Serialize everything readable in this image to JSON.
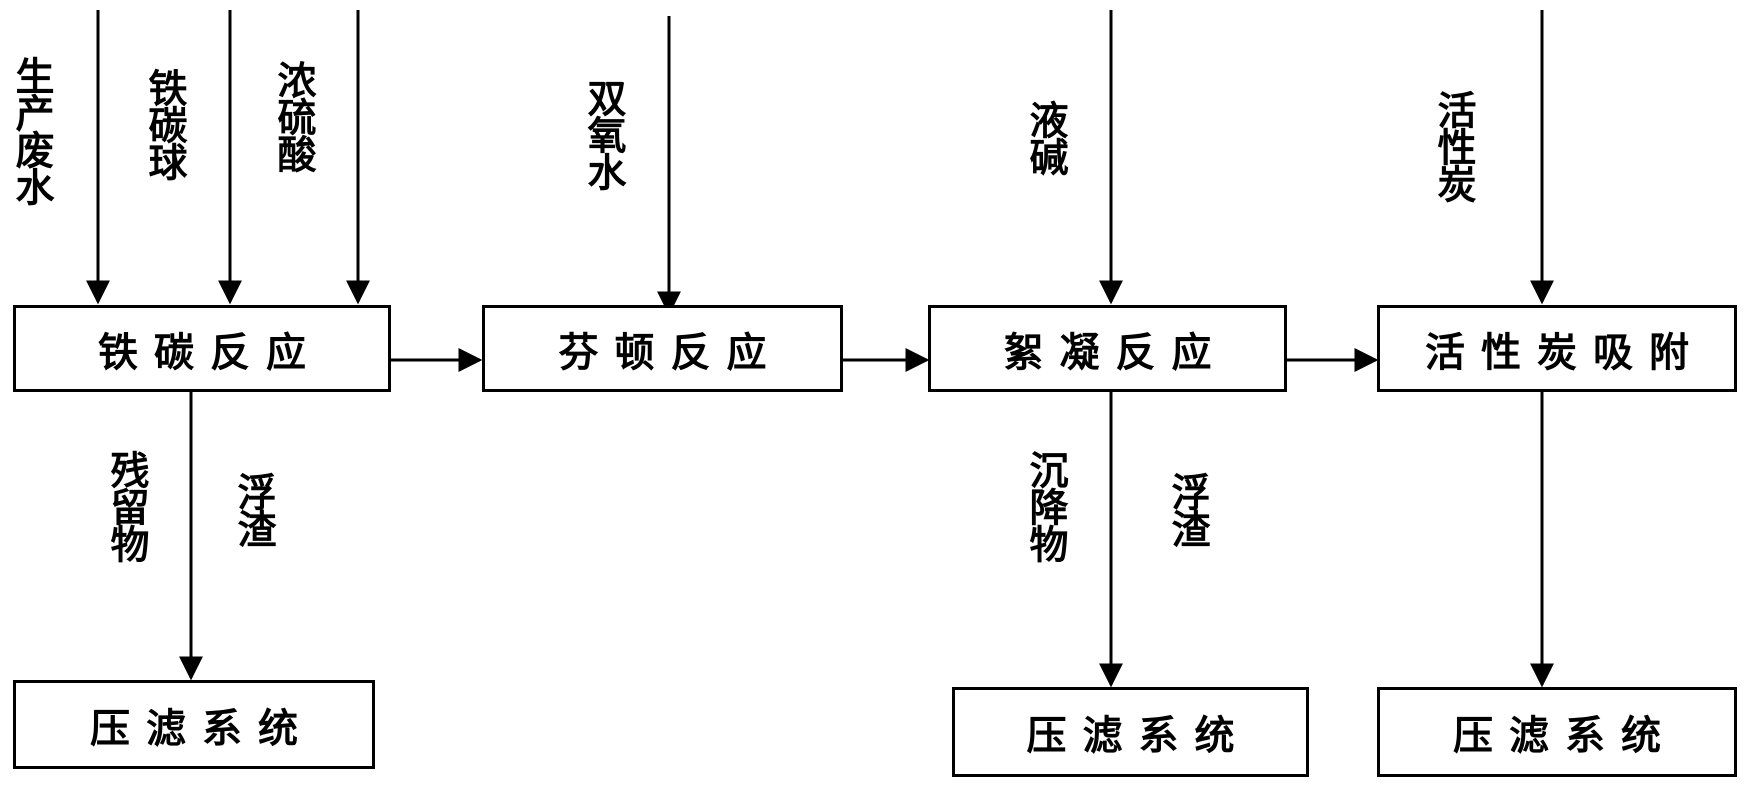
{
  "diagram": {
    "process_boxes": [
      "铁碳反应",
      "芬顿反应",
      "絮凝反应",
      "活性炭吸附"
    ],
    "filter_boxes": [
      "压滤系统",
      "压滤系统",
      "压滤系统"
    ],
    "inputs": {
      "iron_carbon": [
        "生产废水",
        "铁碳球",
        "浓硫酸"
      ],
      "fenton": [
        "双氧水"
      ],
      "flocculation": [
        "液碱"
      ],
      "activated_carbon": [
        "活性炭"
      ]
    },
    "outputs": {
      "iron_carbon": [
        "残留物",
        "浮渣"
      ],
      "flocculation": [
        "沉降物",
        "浮渣"
      ]
    }
  }
}
